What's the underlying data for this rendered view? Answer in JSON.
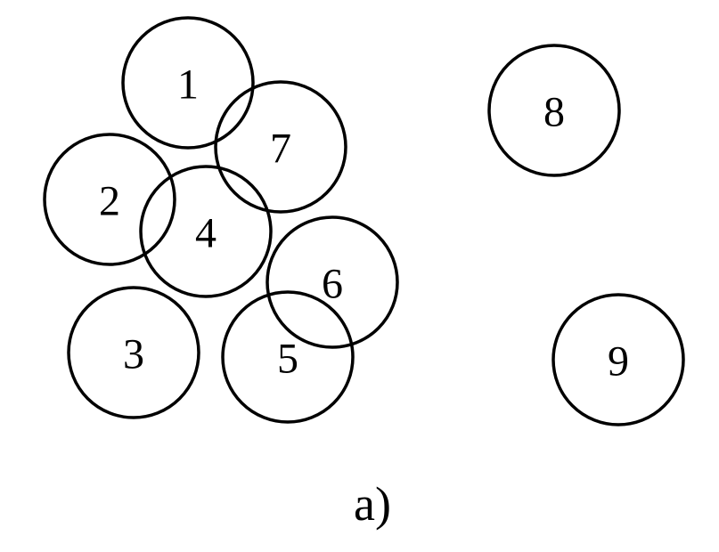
{
  "figure": {
    "caption": "a)",
    "stroke_color": "#000000",
    "background_color": "#ffffff",
    "disks": [
      {
        "id": "1"
      },
      {
        "id": "2"
      },
      {
        "id": "3"
      },
      {
        "id": "4"
      },
      {
        "id": "5"
      },
      {
        "id": "6"
      },
      {
        "id": "7"
      },
      {
        "id": "8"
      },
      {
        "id": "9"
      }
    ]
  }
}
